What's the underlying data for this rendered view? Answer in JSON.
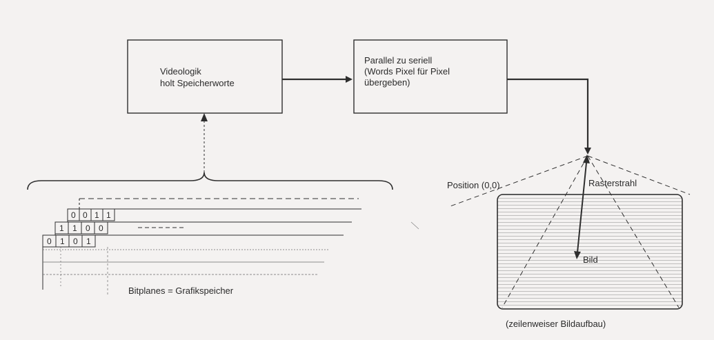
{
  "boxes": {
    "videologik": {
      "line1": "Videologik",
      "line2": "holt Speicherworte"
    },
    "parallel": {
      "line1": "Parallel zu seriell",
      "line2": "(Words Pixel für Pixel",
      "line3": "übergeben)"
    }
  },
  "bitplanes": {
    "rows": [
      [
        "0",
        "0",
        "1",
        "1"
      ],
      [
        "1",
        "1",
        "0",
        "0"
      ],
      [
        "0",
        "1",
        "0",
        "1"
      ]
    ],
    "caption": "Bitplanes = Grafikspeicher"
  },
  "screen": {
    "position_label": "Position (0,0)",
    "beam_label": "Rasterstrahl",
    "image_label": "Bild",
    "caption": "(zeilenweiser Bildaufbau)"
  }
}
